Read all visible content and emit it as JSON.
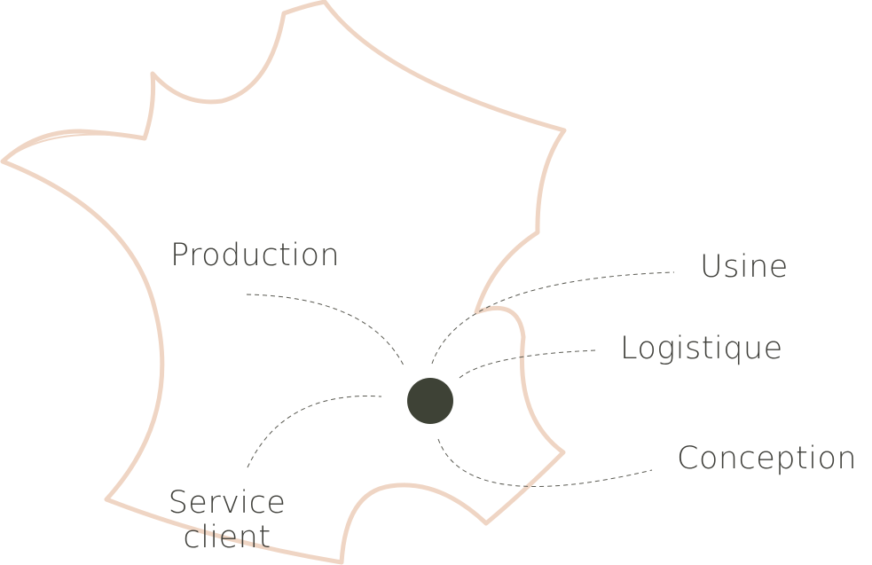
{
  "diagram": {
    "labels": {
      "production": "Production",
      "usine": "Usine",
      "logistique": "Logistique",
      "conception": "Conception",
      "service_client_line1": "Service",
      "service_client_line2": "client"
    },
    "colors": {
      "map_outline": "#efd5c4",
      "hub": "#3e4236",
      "connector": "#5a5a52",
      "text": "#3f3f3a"
    },
    "shapes": {
      "map": "france-outline",
      "hub": "filled-circle"
    }
  }
}
